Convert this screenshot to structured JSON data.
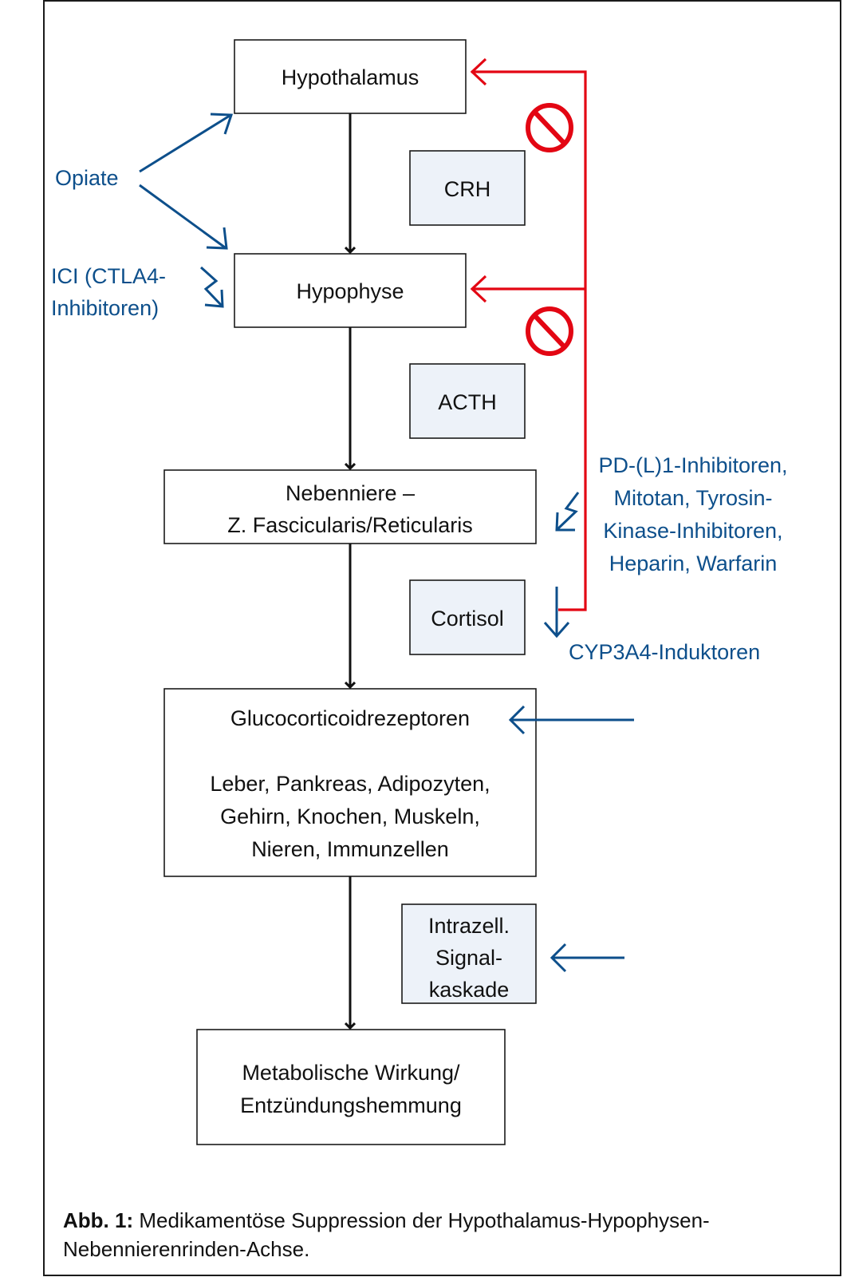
{
  "diagram": {
    "nodes": {
      "hypothalamus": "Hypothalamus",
      "hypophyse": "Hypophyse",
      "nebenniere": [
        "Nebenniere –",
        "Z. Fascicularis/Reticularis"
      ],
      "glucocorticoid_title": "Glucocorticoidrezeptoren",
      "glucocorticoid_targets": [
        "Leber, Pankreas, Adipozyten,",
        "Gehirn, Knochen, Muskeln,",
        "Nieren, Immunzellen"
      ],
      "wirkung": [
        "Metabolische Wirkung/",
        "Entzündungshemmung"
      ]
    },
    "hormones": {
      "crh": "CRH",
      "acth": "ACTH",
      "cortisol": "Cortisol",
      "signal": [
        "Intrazell.",
        "Signal-",
        "kaskade"
      ]
    },
    "drugs": {
      "opiate": "Opiate",
      "ici": [
        "ICI (CTLA4-",
        "Inhibitoren)"
      ],
      "adrenal_inhibitors": [
        "PD-(L)1-Inhibitoren,",
        "Mitotan, Tyrosin-",
        "Kinase-Inhibitoren,",
        "Heparin, Warfarin"
      ],
      "cyp3a4": "CYP3A4-Induktoren"
    },
    "feedback": {
      "type": "negative-feedback",
      "symbol": "prohibited-icon"
    },
    "colors": {
      "drug_text": "#0d4f8b",
      "feedback": "#e30613",
      "hormone_box": "#edf2f9",
      "flow": "#111111"
    }
  },
  "caption": {
    "label": "Abb. 1:",
    "text": " Medikamentöse Suppression der Hypothalamus-Hypophysen-",
    "text_line2": "Nebennierenrinden-Achse."
  }
}
